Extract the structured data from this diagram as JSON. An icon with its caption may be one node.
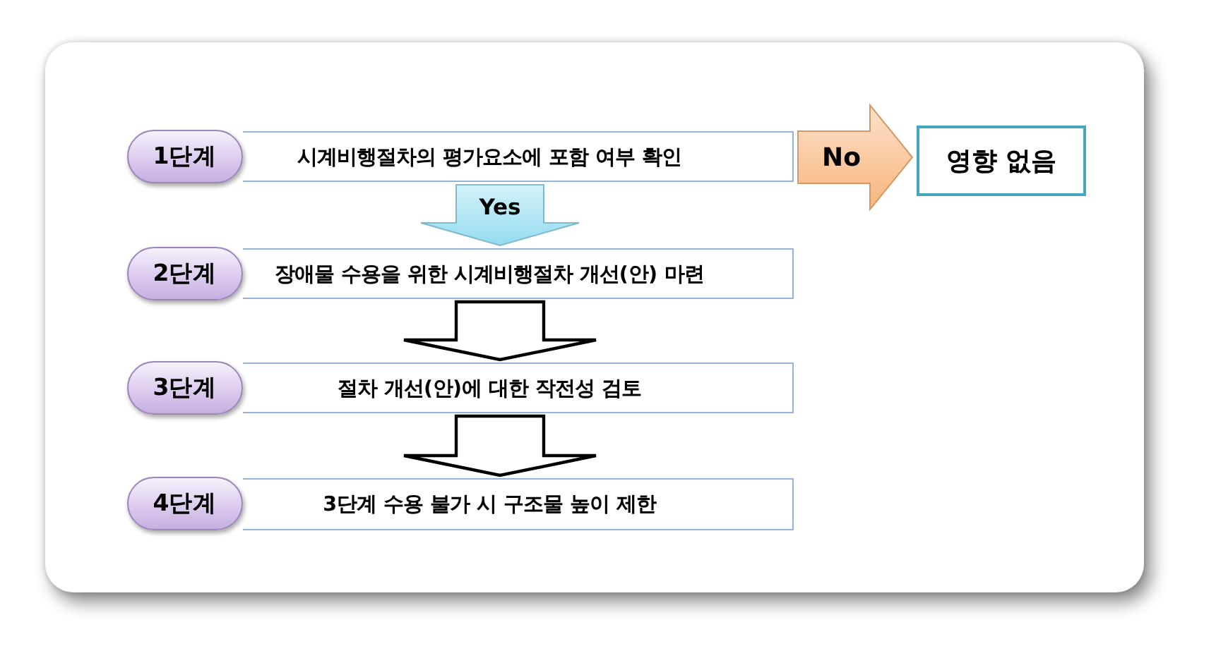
{
  "diagram": {
    "nodes": [
      {
        "text": [
          "1단계"
        ]
      },
      {
        "text": [
          "시계비행절차의 평가요소에 포함 여부 확인"
        ]
      },
      {
        "text": [
          "영향 없음"
        ]
      },
      {
        "text": [
          "2단계"
        ]
      },
      {
        "text": [
          "장애물 수용을 위한 시계비행절차 개선(안) 마련"
        ]
      },
      {
        "text": [
          "3단계"
        ]
      },
      {
        "text": [
          "절차 개선(안)에 대한 작전성 검토"
        ]
      },
      {
        "text": [
          "4단계"
        ]
      },
      {
        "text": [
          "3단계 수용 불가 시 구조물 높이 제한"
        ]
      }
    ],
    "edges": [
      {
        "from": 1,
        "to": 2,
        "arrow": "to",
        "label": "No",
        "color": "#f9b47c"
      },
      {
        "from": 1,
        "to": 4,
        "arrow": "to",
        "label": "Yes",
        "color": "#93dcf0"
      },
      {
        "from": 4,
        "to": 6,
        "arrow": "to"
      },
      {
        "from": 6,
        "to": 8,
        "arrow": "to"
      }
    ]
  }
}
